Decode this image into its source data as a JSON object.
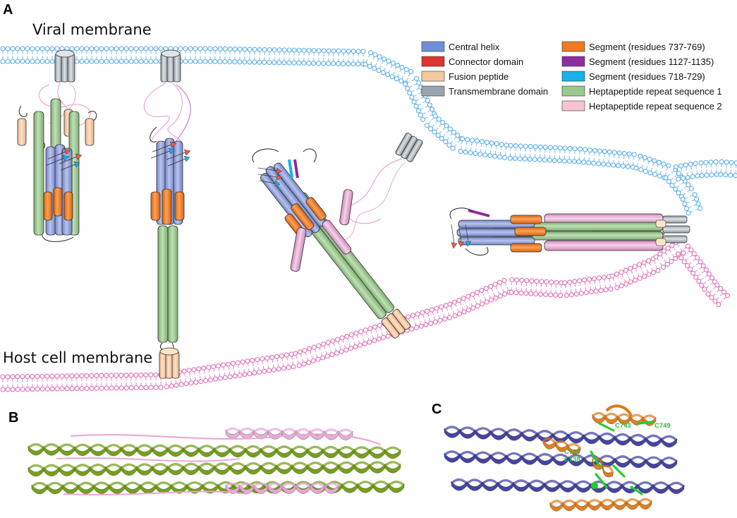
{
  "panels": {
    "a": "A",
    "b": "B",
    "c": "C"
  },
  "membranes": {
    "viral": "Viral membrane",
    "host": "Host cell membrane",
    "viral_color": "#5aaee8",
    "host_color": "#e070b8"
  },
  "legend": {
    "left": [
      {
        "label": "Central helix",
        "color": "#6f8fd8"
      },
      {
        "label": "Connector domain",
        "color": "#e03232"
      },
      {
        "label": "Fusion peptide",
        "color": "#f3c9a0"
      },
      {
        "label": "Transmembrane domain",
        "color": "#9aa4ae"
      }
    ],
    "right": [
      {
        "label": "Segment (residues 737-769)",
        "color": "#f07a22"
      },
      {
        "label": "Segment (residues 1127-1135)",
        "color": "#8e2c9e"
      },
      {
        "label": "Segment (residues 718-729)",
        "color": "#1ab0e8"
      },
      {
        "label": "Heptapeptide repeat sequence 1",
        "color": "#98c88e"
      },
      {
        "label": "Heptapeptide repeat sequence 2",
        "color": "#f6c3cf"
      }
    ]
  },
  "panel_c_labels": {
    "c743": "C743",
    "c749": "C749",
    "c760": "C760",
    "c738": "C738"
  },
  "colors": {
    "hr1": "#98c88e",
    "hr2": "#e7a8d2",
    "central": "#8c9ed8",
    "segment_orange": "#f07a22",
    "tm": "#b8bfc6",
    "fusion": "#f3c9a0",
    "ribbon_green": "#6e9a12",
    "ribbon_pink": "#e8a8d8",
    "ribbon_blue": "#3c3aa0",
    "ribbon_orange": "#e07818",
    "sticks_green": "#22cc33"
  }
}
